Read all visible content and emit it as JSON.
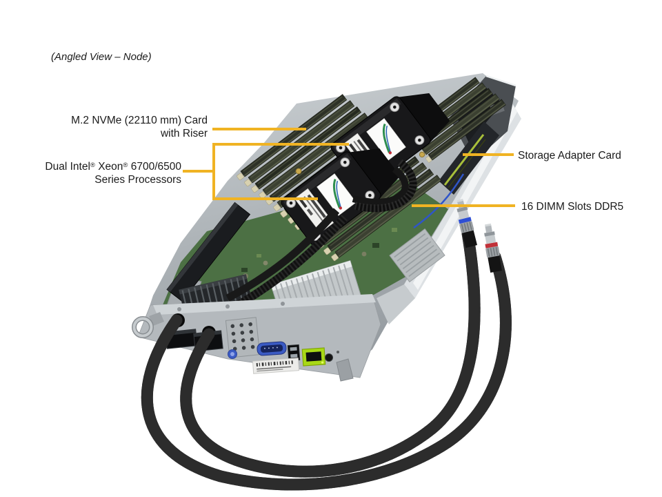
{
  "title": "(Angled View – Node)",
  "callouts": {
    "m2": {
      "line1": "M.2 NVMe (22110 mm) Card",
      "line2": "with Riser"
    },
    "cpu": {
      "pre": "Dual Intel",
      "reg1": "®",
      "mid": " Xeon",
      "reg2": "®",
      "post": " 6700/6500",
      "line2": "Series Processors"
    },
    "storage": {
      "label": "Storage Adapter Card"
    },
    "dimm": {
      "label": "16 DIMM Slots DDR5"
    }
  },
  "colors": {
    "callout_line": "#F0B323",
    "label_text": "#1A1A1A",
    "pcb_green": "#4C7044",
    "lan_port_green": "#A8D816",
    "vga_blue": "#3B5BC4",
    "fitting_band_blue": "#2E4FD4",
    "fitting_band_red": "#C13038",
    "chassis_silver": "#C2C7CB",
    "hose_black": "#141414"
  }
}
